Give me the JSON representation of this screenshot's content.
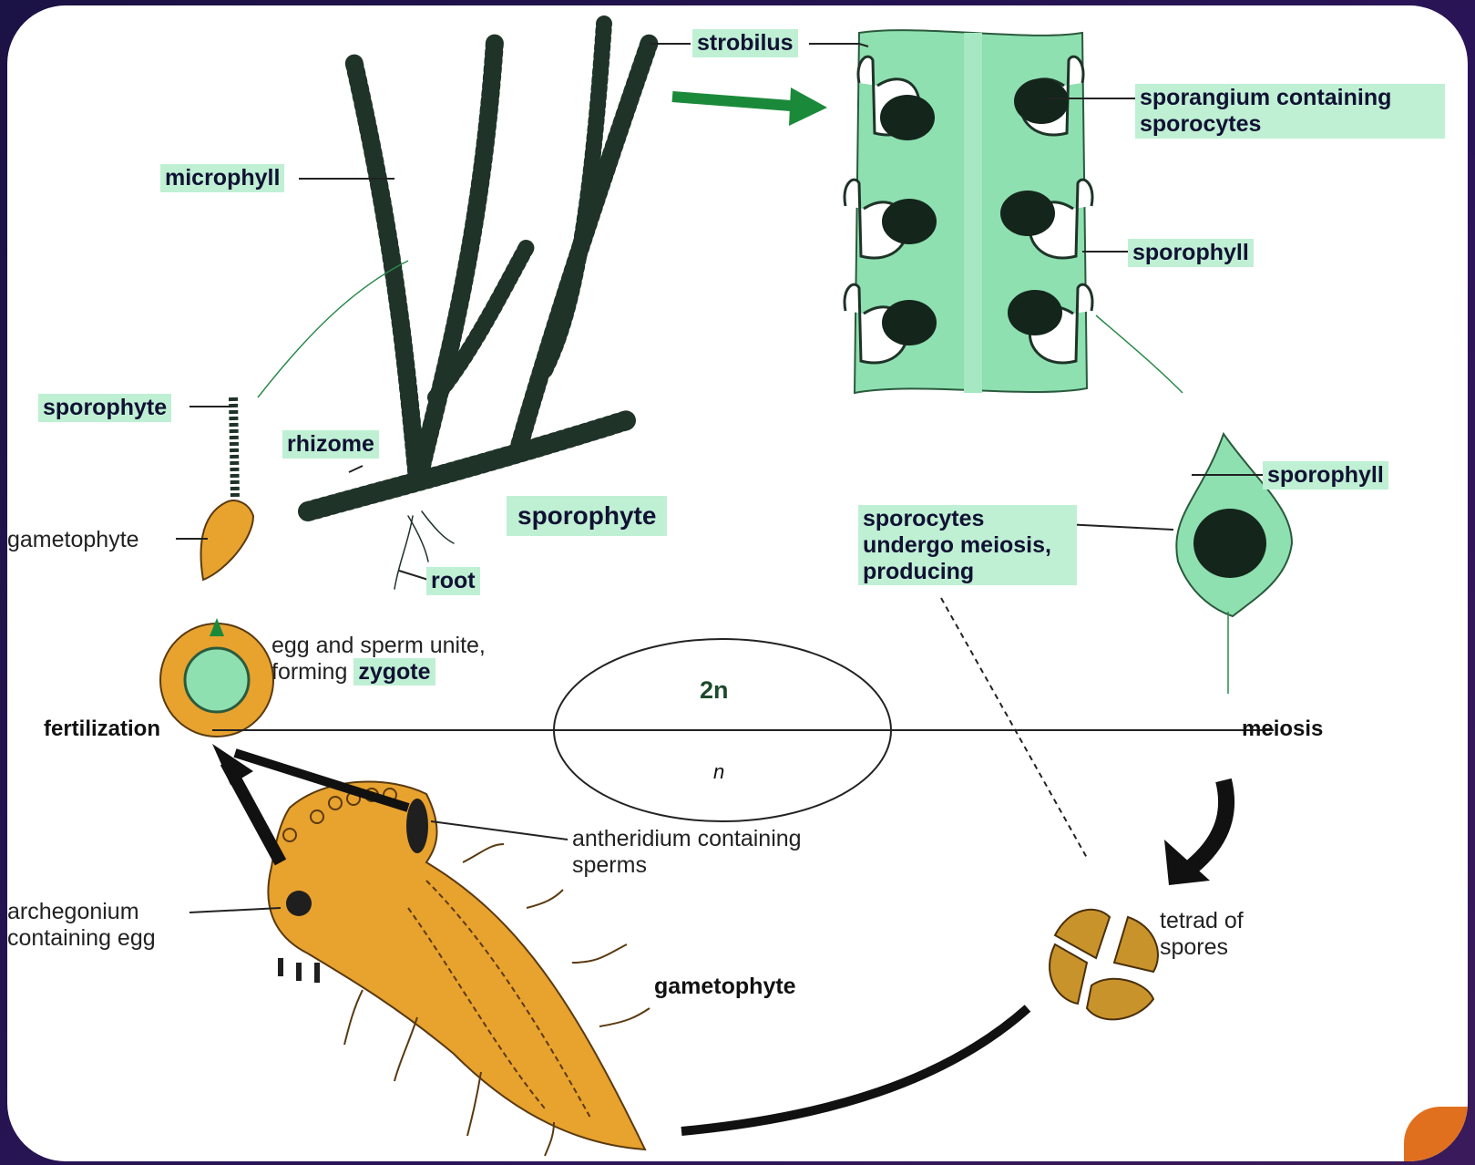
{
  "labels": {
    "strobilus": "strobilus",
    "sporangium": "sporangium containing sporocytes",
    "microphyll": "microphyll",
    "sporophyll_top": "sporophyll",
    "sporophyte_small": "sporophyte",
    "rhizome": "rhizome",
    "sporophyte_main": "sporophyte",
    "sporophyll_leaf": "sporophyll",
    "gametophyte_small": "gametophyte",
    "root": "root",
    "sporocytes": "sporocytes undergo meiosis, producing",
    "egg_sperm": "egg and sperm unite, forming",
    "zygote": "zygote",
    "two_n": "2n",
    "fertilization": "fertilization",
    "meiosis": "meiosis",
    "n": "n",
    "antheridium": "antheridium containing sperms",
    "archegonium": "archegonium containing egg",
    "tetrad": "tetrad of spores",
    "gametophyte_large": "gametophyte"
  },
  "colors": {
    "highlight": "#bff0d4",
    "strobilus_fill": "#8ee0b0",
    "plant_dark": "#1f3328",
    "gametophyte": "#e8a22e",
    "arrow_green": "#1a8a3a"
  }
}
